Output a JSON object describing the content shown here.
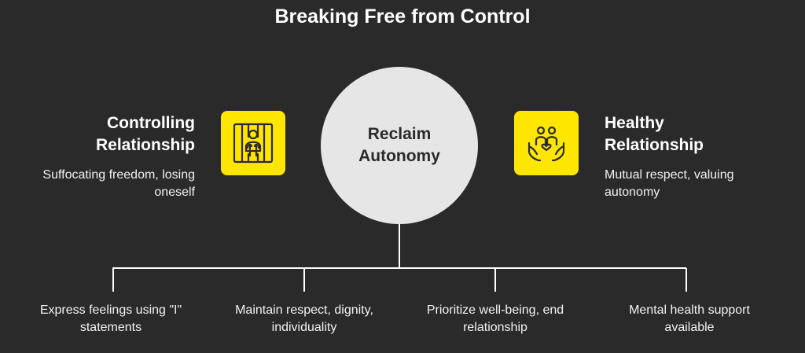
{
  "title": "Breaking Free from Control",
  "center": {
    "label": "Reclaim Autonomy"
  },
  "left": {
    "title": "Controlling Relationship",
    "description": "Suffocating freedom, losing oneself",
    "icon": "jail-bars-person-icon"
  },
  "right": {
    "title": "Healthy Relationship",
    "description": "Mutual respect, valuing autonomy",
    "icon": "caring-hands-family-icon"
  },
  "branches": [
    {
      "label": "Express feelings using \"I\" statements"
    },
    {
      "label": "Maintain respect, dignity, individuality"
    },
    {
      "label": "Prioritize well-being, end relationship"
    },
    {
      "label": "Mental health support available"
    }
  ],
  "colors": {
    "background": "#2a2a2a",
    "accent": "#ffe600",
    "circle": "#e6e6e6",
    "line": "#ffffff"
  }
}
